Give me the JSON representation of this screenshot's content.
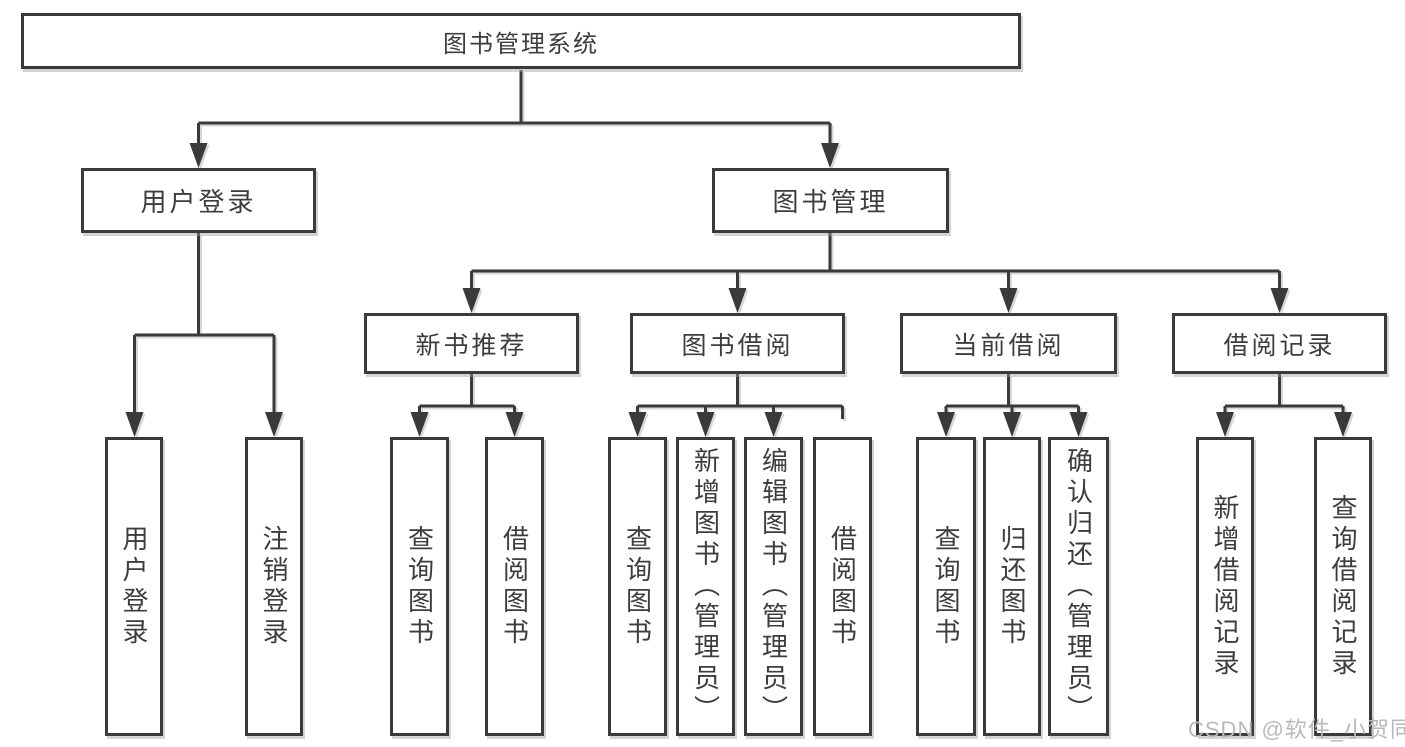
{
  "colors": {
    "line": "#3a3a3a",
    "box_border": "#3a3a3a",
    "text": "#3d3d3d",
    "background": "#ffffff",
    "watermark": "#b9b9b9"
  },
  "watermark": {
    "text": "CSDN @软件_小贺同学"
  },
  "tree": {
    "root": {
      "label": "图书管理系统"
    },
    "branches": [
      {
        "label": "用户登录",
        "children": [
          {
            "label": "用户登录"
          },
          {
            "label": "注销登录"
          }
        ]
      },
      {
        "label": "图书管理",
        "children": [
          {
            "label": "新书推荐",
            "children": [
              {
                "label": "查询图书"
              },
              {
                "label": "借阅图书"
              }
            ]
          },
          {
            "label": "图书借阅",
            "children": [
              {
                "label": "查询图书"
              },
              {
                "label": "新增图书（管理员）"
              },
              {
                "label": "编辑图书（管理员）"
              },
              {
                "label": "借阅图书"
              }
            ]
          },
          {
            "label": "当前借阅",
            "children": [
              {
                "label": "查询图书"
              },
              {
                "label": "归还图书"
              },
              {
                "label": "确认归还（管理员）"
              }
            ]
          },
          {
            "label": "借阅记录",
            "children": [
              {
                "label": "新增借阅记录"
              },
              {
                "label": "查询借阅记录"
              }
            ]
          }
        ]
      }
    ]
  }
}
